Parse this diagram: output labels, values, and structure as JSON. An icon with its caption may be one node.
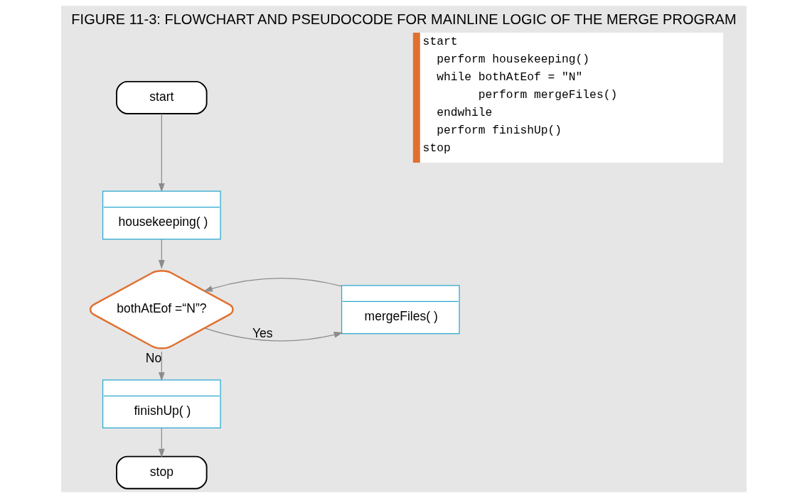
{
  "diagram": {
    "title": "FIGURE 11-3: FLOWCHART AND PSEUDOCODE FOR MAINLINE LOGIC OF THE MERGE PROGRAM",
    "nodes": [
      {
        "text": [
          "start"
        ]
      },
      {
        "text": [
          "housekeeping( )"
        ]
      },
      {
        "text": [
          "bothAtEof =“N”?"
        ]
      },
      {
        "text": [
          "mergeFiles( )"
        ]
      },
      {
        "text": [
          "finishUp( )"
        ]
      },
      {
        "text": [
          "stop"
        ]
      },
      {
        "text": [
          "start",
          "  perform housekeeping()",
          "  while bothAtEof = \"N\"",
          "        perform mergeFiles()",
          "  endwhile",
          "  perform finishUp()",
          "stop"
        ]
      }
    ],
    "edges": [
      {
        "from": 0,
        "to": 1,
        "arrow": "to"
      },
      {
        "from": 1,
        "to": 2,
        "arrow": "to"
      },
      {
        "from": 2,
        "to": 3,
        "arrow": "to",
        "label": "Yes"
      },
      {
        "from": 3,
        "to": 2,
        "arrow": "to"
      },
      {
        "from": 2,
        "to": 4,
        "arrow": "to",
        "label": "No"
      },
      {
        "from": 4,
        "to": 5,
        "arrow": "to"
      }
    ]
  }
}
